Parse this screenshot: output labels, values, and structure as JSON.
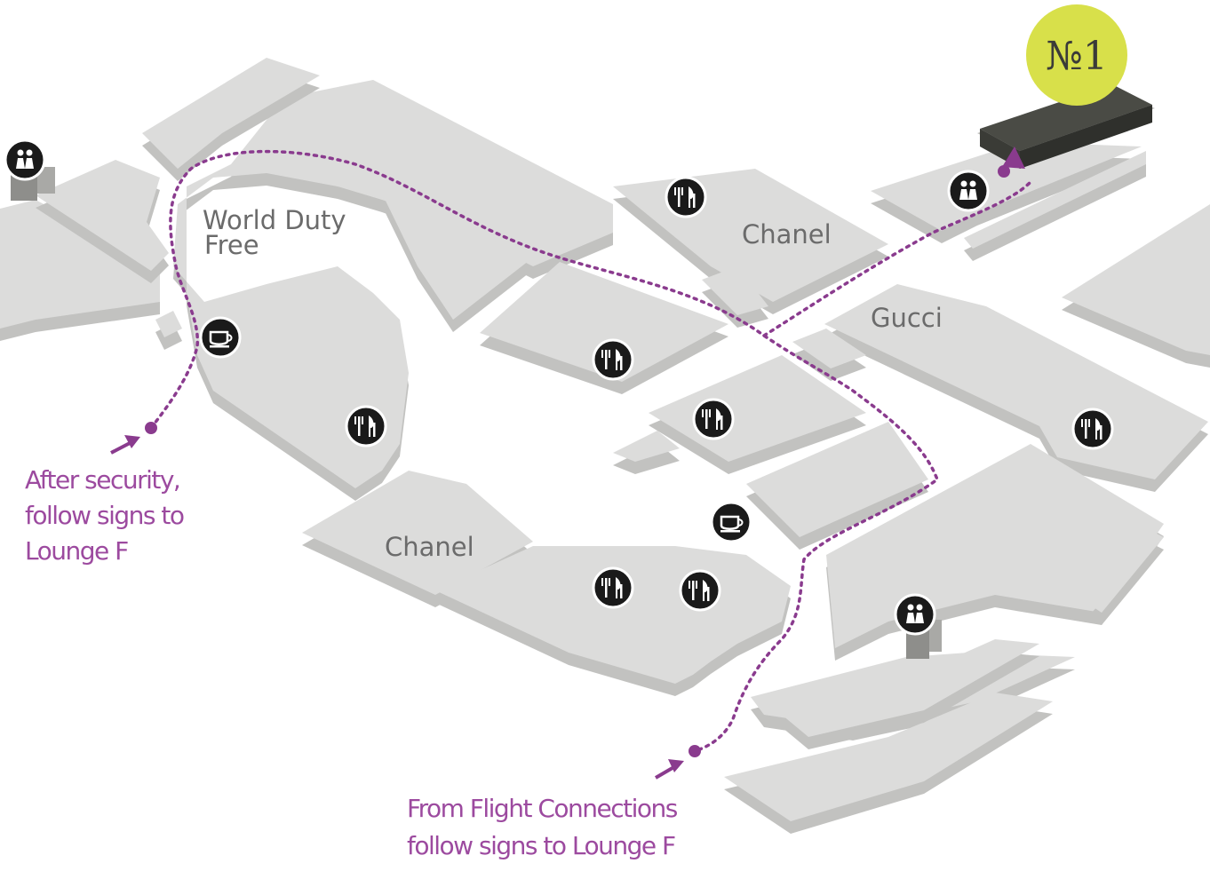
{
  "stores": {
    "world_duty_free_line1": "World Duty",
    "world_duty_free_line2": "Free",
    "chanel_north": "Chanel",
    "gucci": "Gucci",
    "chanel_south": "Chanel"
  },
  "notes": {
    "after_security": [
      "After security,",
      "follow signs to",
      "Lounge F"
    ],
    "flight_connections": [
      "From Flight Connections",
      "follow signs to Lounge F"
    ]
  },
  "lounge_badge": {
    "label": "№1",
    "color": "#d8e04a"
  },
  "colors": {
    "route": "#8a3b8e",
    "floor": "#dcdcdb",
    "floor_side": "#c2c2c0",
    "lounge": "#4a4b45"
  },
  "icons": [
    "restaurant-icon",
    "cafe-icon",
    "toilets-icon",
    "lift-icon"
  ]
}
